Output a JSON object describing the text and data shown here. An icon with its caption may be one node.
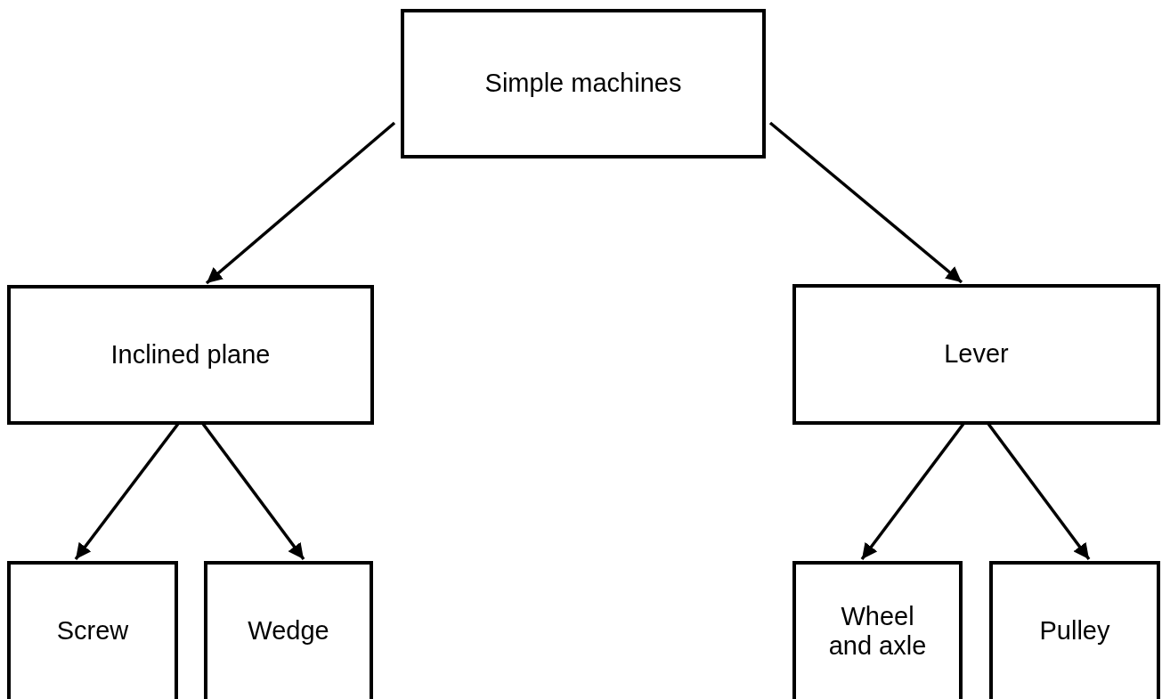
{
  "diagram": {
    "nodes": [
      {
        "text": [
          "Simple machines"
        ]
      },
      {
        "text": [
          "Inclined plane"
        ]
      },
      {
        "text": [
          "Lever"
        ]
      },
      {
        "text": [
          "Screw"
        ]
      },
      {
        "text": [
          "Wedge"
        ]
      },
      {
        "text": [
          "Wheel and axle"
        ]
      },
      {
        "text": [
          "Pulley"
        ]
      }
    ],
    "edges": [
      {
        "from": 0,
        "to": 1,
        "arrow": "to"
      },
      {
        "from": 0,
        "to": 2,
        "arrow": "to"
      },
      {
        "from": 1,
        "to": 3,
        "arrow": "to"
      },
      {
        "from": 1,
        "to": 4,
        "arrow": "to"
      },
      {
        "from": 2,
        "to": 5,
        "arrow": "to"
      },
      {
        "from": 2,
        "to": 6,
        "arrow": "to"
      }
    ]
  }
}
